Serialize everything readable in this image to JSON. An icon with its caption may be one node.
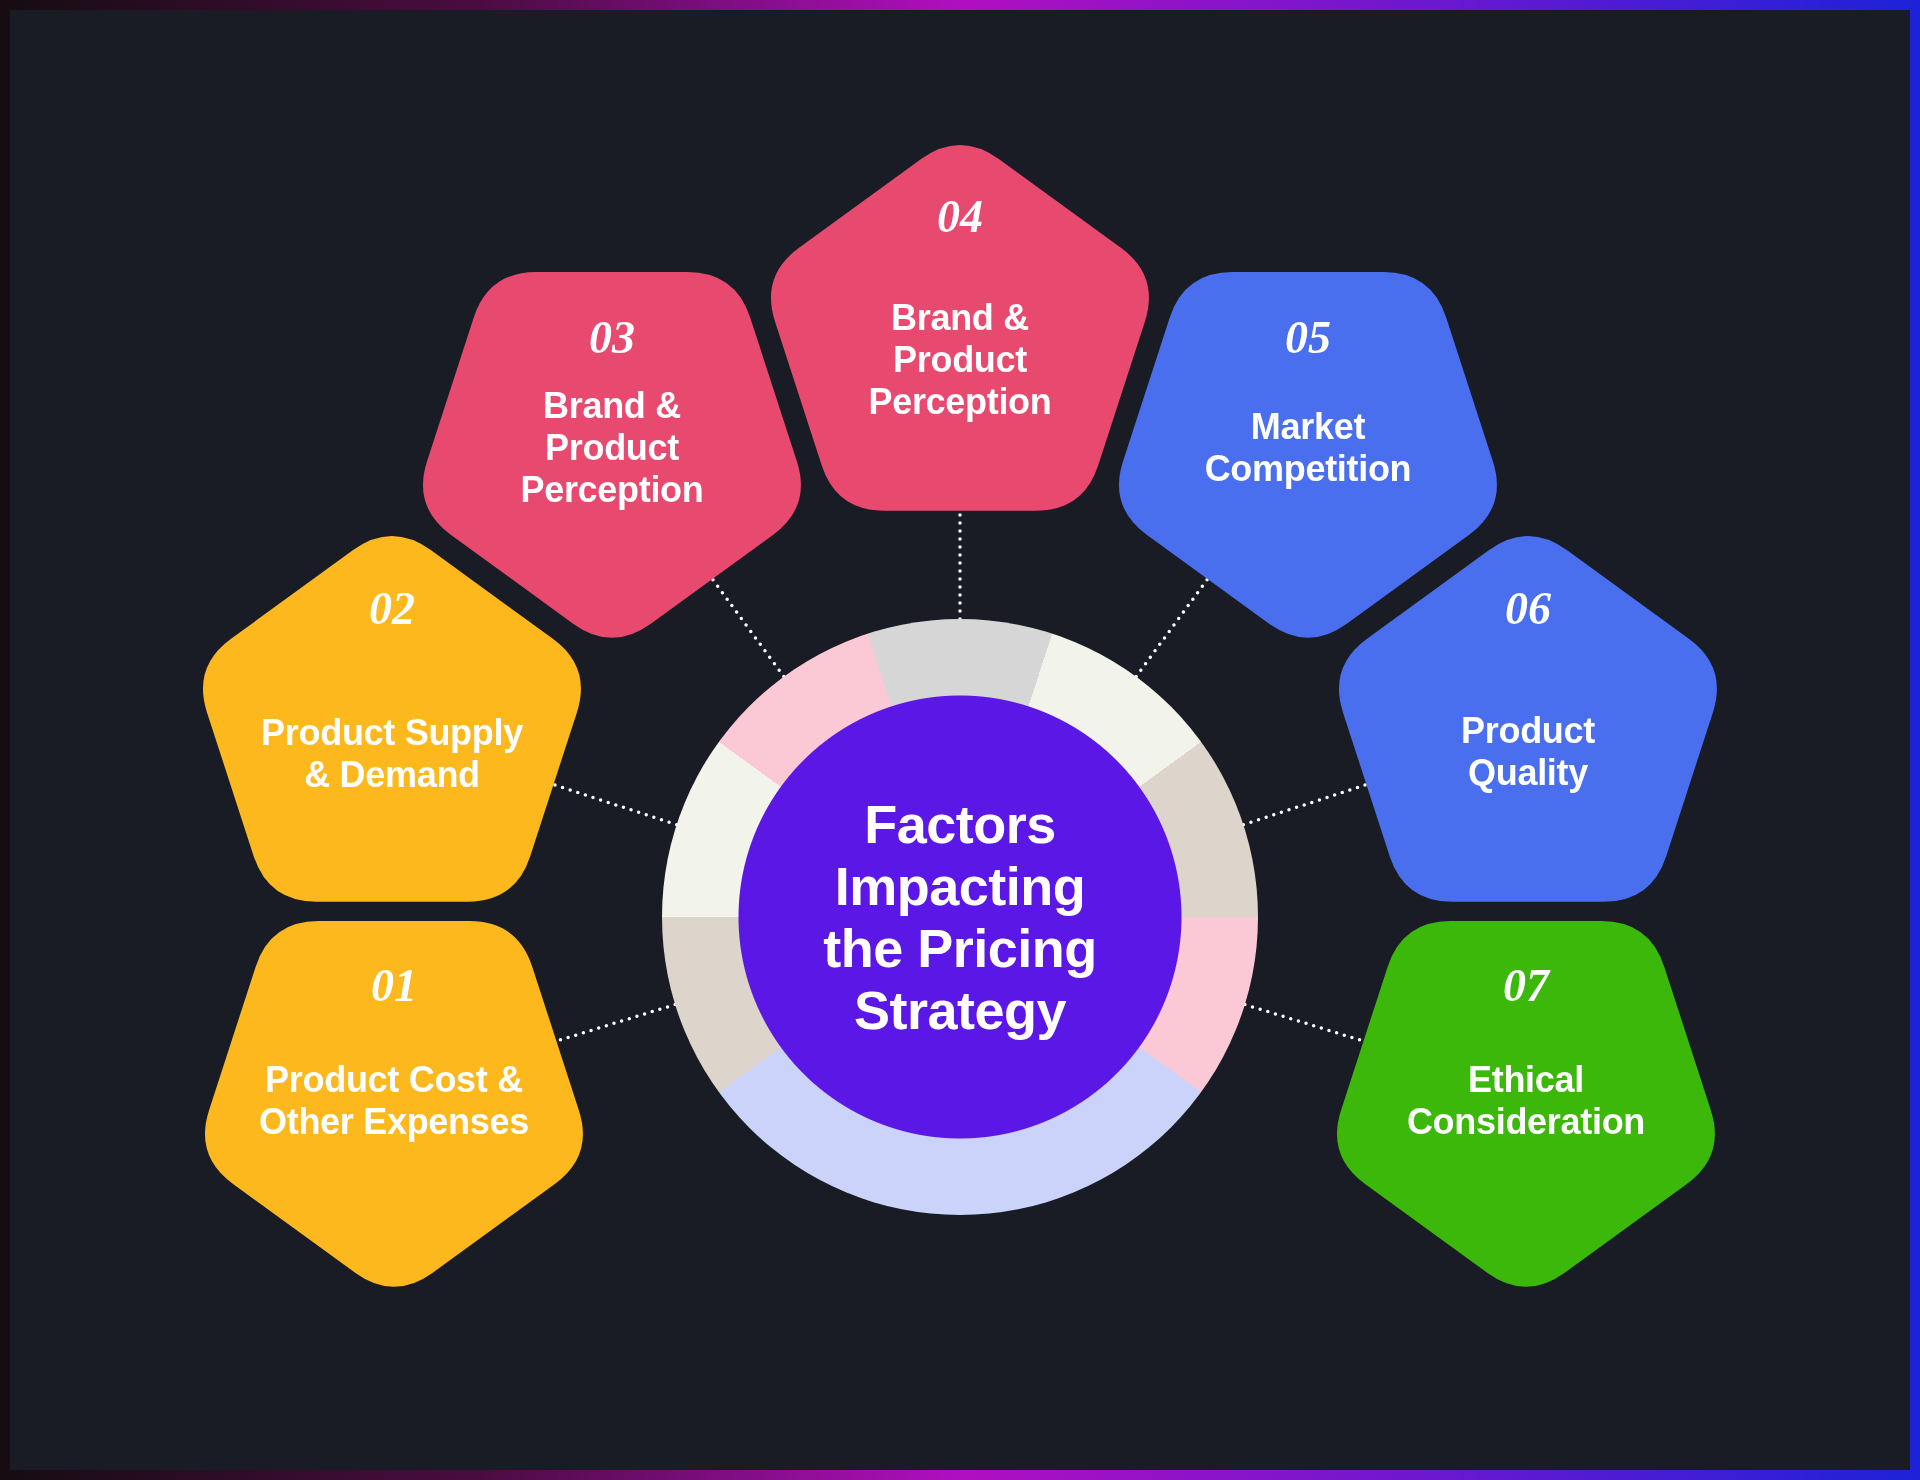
{
  "diagram": {
    "nodes": [
      {
        "text": [
          "Factors Impacting the Pricing Strategy"
        ]
      },
      {
        "text": [
          "01",
          "Product Cost & Other Expenses"
        ]
      },
      {
        "text": [
          "02",
          "Product Supply & Demand"
        ]
      },
      {
        "text": [
          "03",
          "Brand & Product Perception"
        ]
      },
      {
        "text": [
          "04",
          "Brand & Product Perception"
        ]
      },
      {
        "text": [
          "05",
          "Market Competition"
        ]
      },
      {
        "text": [
          "06",
          "Product Quality"
        ]
      },
      {
        "text": [
          "07",
          "Ethical Consideration"
        ]
      }
    ],
    "edges": [
      {
        "from": 0,
        "to": 1,
        "arrow": "none",
        "style": "dashed"
      },
      {
        "from": 0,
        "to": 2,
        "arrow": "none",
        "style": "dashed"
      },
      {
        "from": 0,
        "to": 3,
        "arrow": "none",
        "style": "dashed"
      },
      {
        "from": 0,
        "to": 4,
        "arrow": "none",
        "style": "dashed"
      },
      {
        "from": 0,
        "to": 5,
        "arrow": "none",
        "style": "dashed"
      },
      {
        "from": 0,
        "to": 6,
        "arrow": "none",
        "style": "dashed"
      },
      {
        "from": 0,
        "to": 7,
        "arrow": "none",
        "style": "dashed"
      }
    ]
  }
}
